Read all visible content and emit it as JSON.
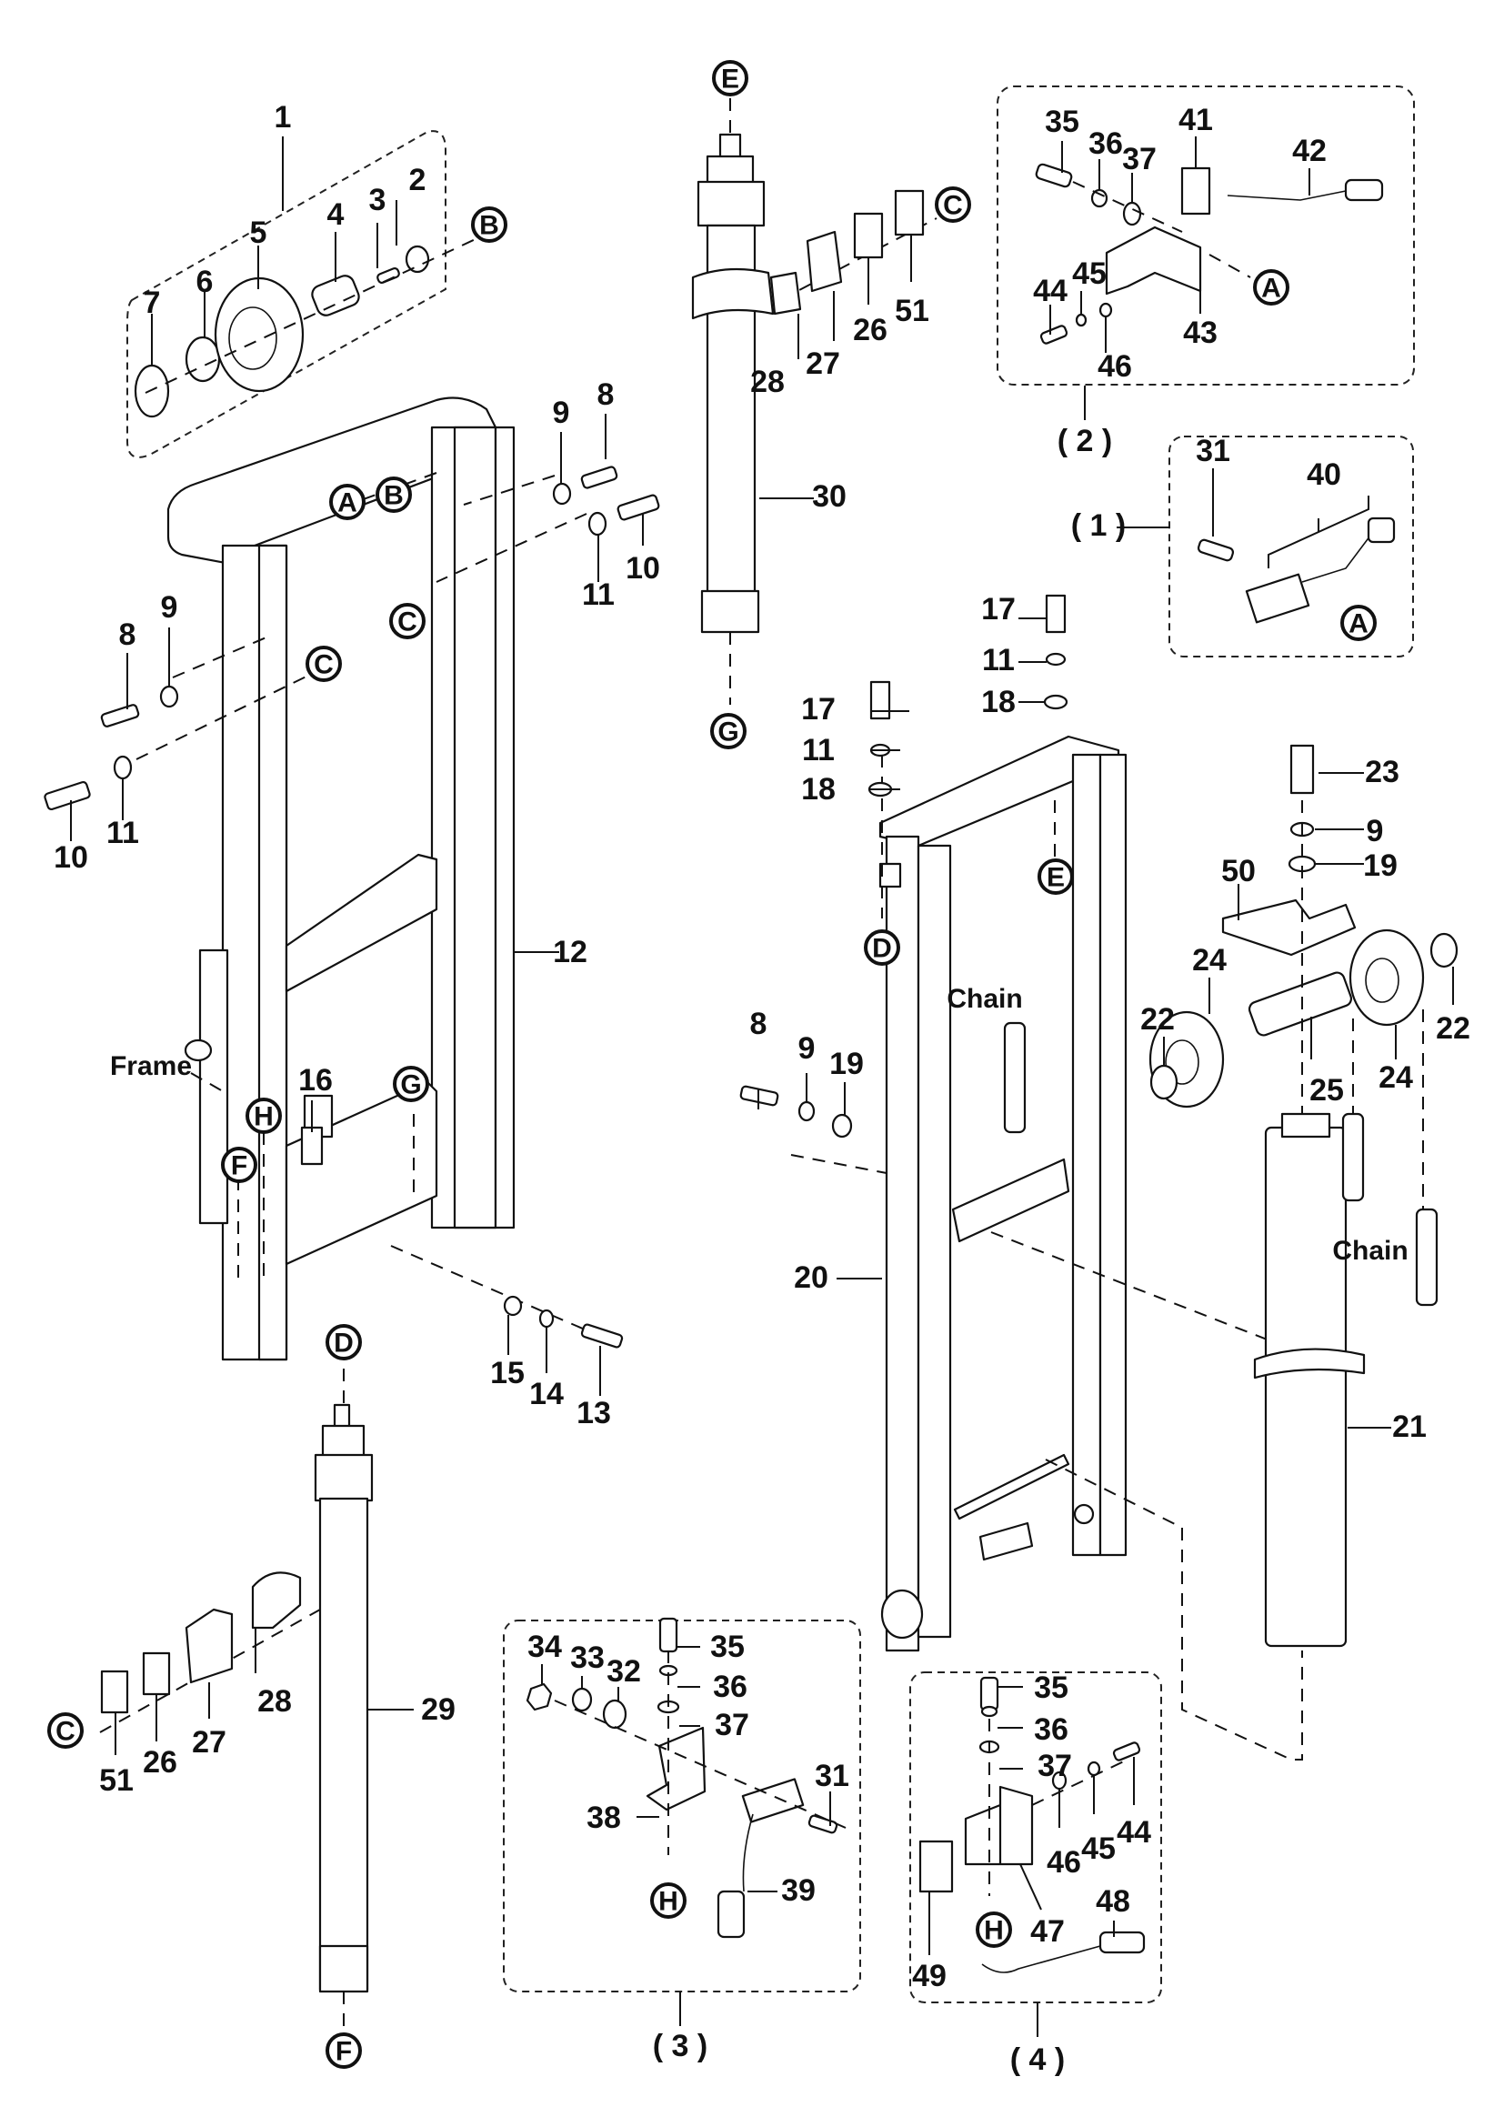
{
  "title": "Mast assembly exploded parts diagram",
  "assemblies": [
    {
      "id": "1",
      "label": "1",
      "contains": [
        "2",
        "3",
        "4",
        "5",
        "6",
        "7"
      ]
    },
    {
      "id": "(1)",
      "label": "( 1 )",
      "contains": [
        "31",
        "40"
      ]
    },
    {
      "id": "(2)",
      "label": "( 2 )",
      "contains": [
        "35",
        "36",
        "37",
        "41",
        "42",
        "43",
        "44",
        "45",
        "46"
      ]
    },
    {
      "id": "(3)",
      "label": "( 3 )",
      "contains": [
        "31",
        "32",
        "33",
        "34",
        "35",
        "36",
        "37",
        "38",
        "39"
      ]
    },
    {
      "id": "(4)",
      "label": "( 4 )",
      "contains": [
        "35",
        "36",
        "37",
        "44",
        "45",
        "46",
        "47",
        "48",
        "49"
      ]
    }
  ],
  "callouts": [
    "1",
    "2",
    "3",
    "4",
    "5",
    "6",
    "7",
    "8",
    "9",
    "10",
    "11",
    "8",
    "9",
    "10",
    "11",
    "12",
    "13",
    "14",
    "15",
    "16",
    "17",
    "11",
    "18",
    "17",
    "11",
    "18",
    "8",
    "9",
    "19",
    "20",
    "21",
    "22",
    "22",
    "23",
    "9",
    "19",
    "24",
    "24",
    "25",
    "50",
    "26",
    "27",
    "28",
    "51",
    "30",
    "26",
    "27",
    "28",
    "51",
    "29",
    "35",
    "36",
    "37",
    "41",
    "42",
    "43",
    "44",
    "45",
    "46",
    "31",
    "40",
    "34",
    "33",
    "32",
    "35",
    "36",
    "37",
    "38",
    "39",
    "31",
    "35",
    "36",
    "37",
    "44",
    "45",
    "46",
    "47",
    "48",
    "49"
  ],
  "reference_markers": [
    "A",
    "B",
    "C",
    "D",
    "E",
    "F",
    "G",
    "H"
  ],
  "text_labels": {
    "frame": "Frame",
    "chain_1": "Chain",
    "chain_2": "Chain"
  }
}
